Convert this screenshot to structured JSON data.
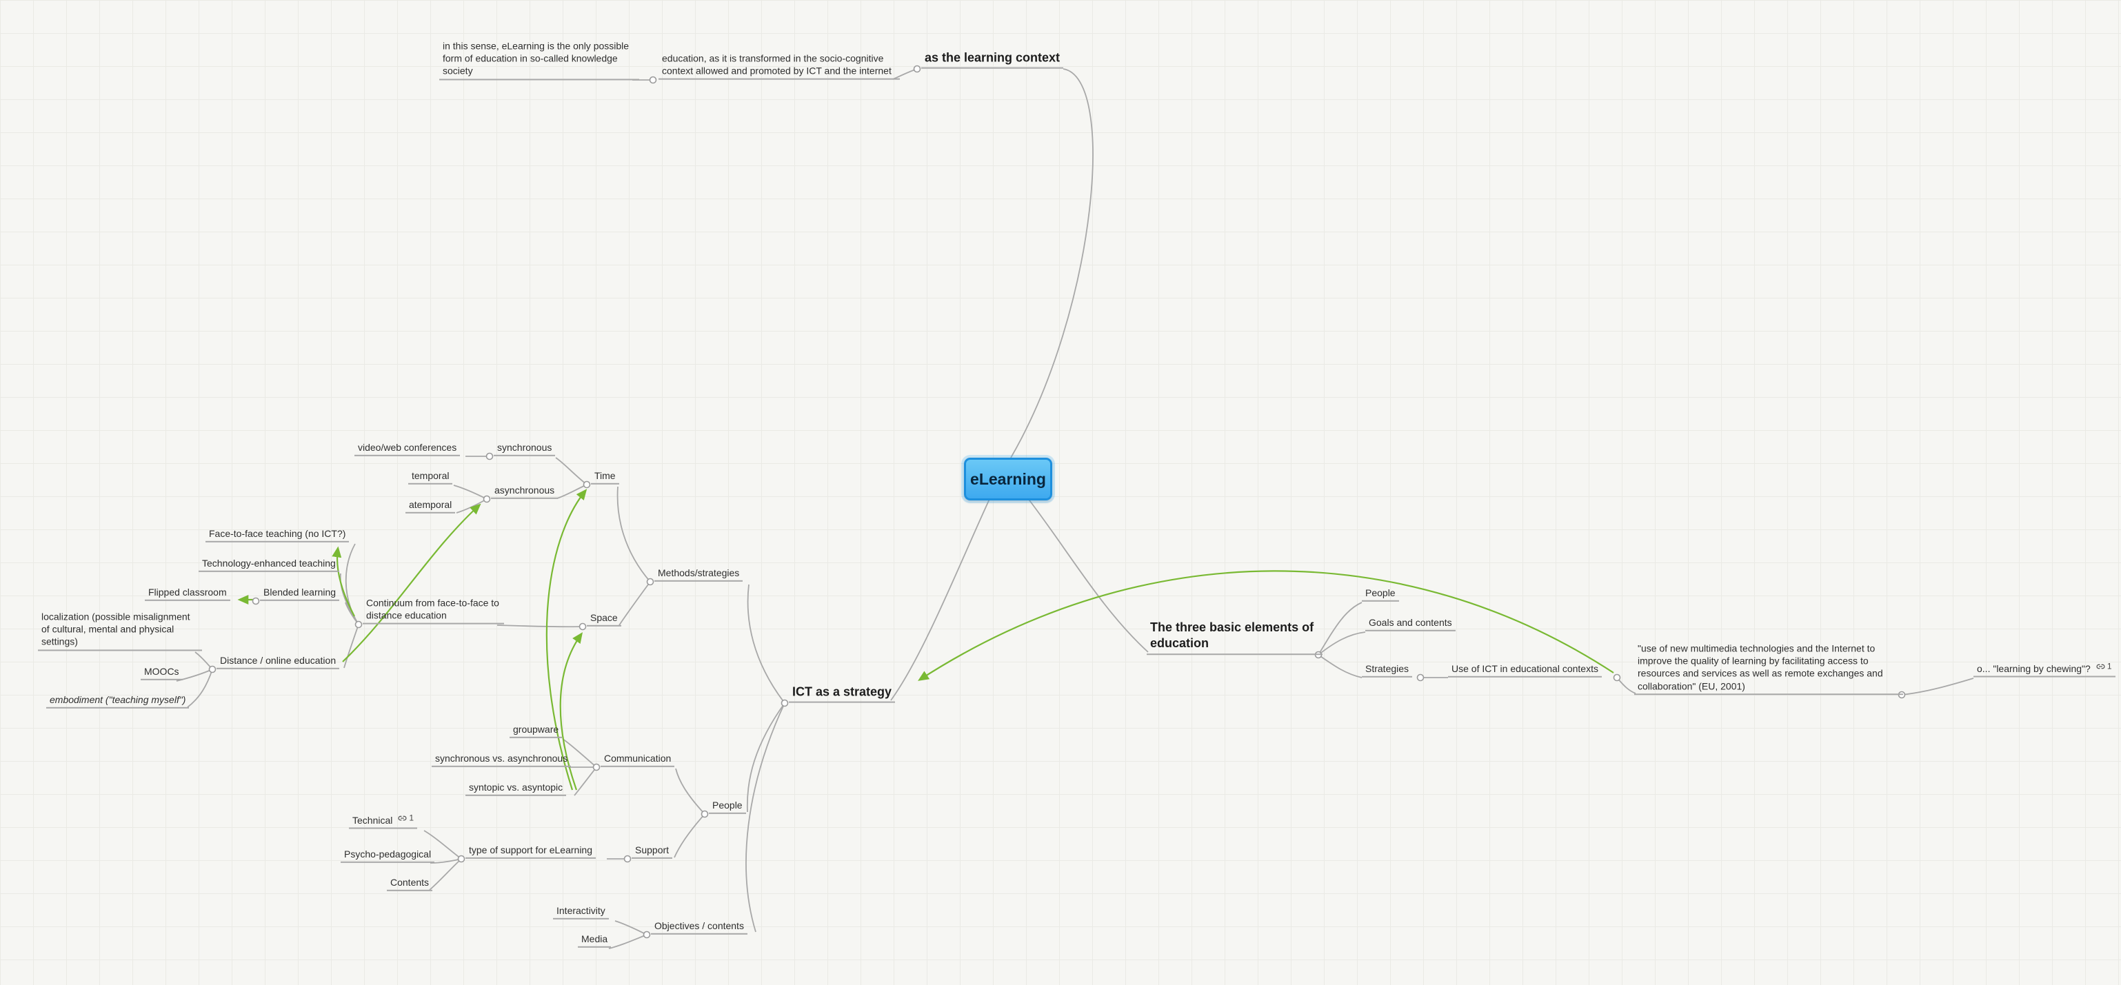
{
  "colors": {
    "background": "#f6f6f3",
    "branch_line": "#a8a8a8",
    "cross_link_green": "#79b933",
    "root_fill": "#4db5f2",
    "root_border": "#1d8fdd"
  },
  "root": {
    "label": "eLearning"
  },
  "nodes": {
    "as_learning_context": {
      "label": "as the learning context"
    },
    "education_transformed": {
      "label": "education, as it is transformed in the socio-cognitive context allowed and promoted by ICT and the internet"
    },
    "in_this_sense": {
      "label": "in this sense, eLearning is the only possible form of education in so-called knowledge society"
    },
    "three_basic": {
      "label": "The three basic elements of education"
    },
    "people_right": {
      "label": "People"
    },
    "goals_contents": {
      "label": "Goals and contents"
    },
    "strategies": {
      "label": "Strategies"
    },
    "use_of_ict": {
      "label": "Use of ICT in educational contexts"
    },
    "eu_quote": {
      "label": "\"use of new multimedia technologies and the Internet to improve the quality of learning by facilitating access to resources and services as well as remote exchanges and collaboration\" (EU, 2001)"
    },
    "learning_by_chewing": {
      "label": "o... \"learning by chewing\"?",
      "link_count": "1"
    },
    "ict_strategy": {
      "label": "ICT as a strategy"
    },
    "methods": {
      "label": "Methods/strategies"
    },
    "time": {
      "label": "Time"
    },
    "space": {
      "label": "Space"
    },
    "synchronous": {
      "label": "synchronous"
    },
    "video_web": {
      "label": "video/web conferences"
    },
    "asynchronous": {
      "label": "asynchronous"
    },
    "temporal": {
      "label": "temporal"
    },
    "atemporal": {
      "label": "atemporal"
    },
    "continuum": {
      "label": "Continuum from face-to-face to distance education"
    },
    "face_to_face": {
      "label": "Face-to-face teaching (no ICT?)"
    },
    "tech_enhanced": {
      "label": "Technology-enhanced teaching"
    },
    "blended": {
      "label": "Blended learning"
    },
    "flipped": {
      "label": "Flipped classroom"
    },
    "distance_online": {
      "label": "Distance / online education"
    },
    "localization": {
      "label": "localization (possible misalignment of cultural, mental and physical settings)"
    },
    "moocs": {
      "label": "MOOCs"
    },
    "embodiment": {
      "label": "embodiment (\"teaching myself\")"
    },
    "people_ict": {
      "label": "People"
    },
    "communication": {
      "label": "Communication"
    },
    "groupware": {
      "label": "groupware"
    },
    "sync_vs_async": {
      "label": "synchronous vs. asynchronous"
    },
    "syntopic": {
      "label": "syntopic vs. asyntopic"
    },
    "support": {
      "label": "Support"
    },
    "type_support": {
      "label": "type of support for eLearning"
    },
    "technical": {
      "label": "Technical",
      "link_count": "1"
    },
    "psycho": {
      "label": "Psycho-pedagogical"
    },
    "contents": {
      "label": "Contents"
    },
    "objectives": {
      "label": "Objectives / contents"
    },
    "interactivity": {
      "label": "Interactivity"
    },
    "media": {
      "label": "Media"
    }
  }
}
